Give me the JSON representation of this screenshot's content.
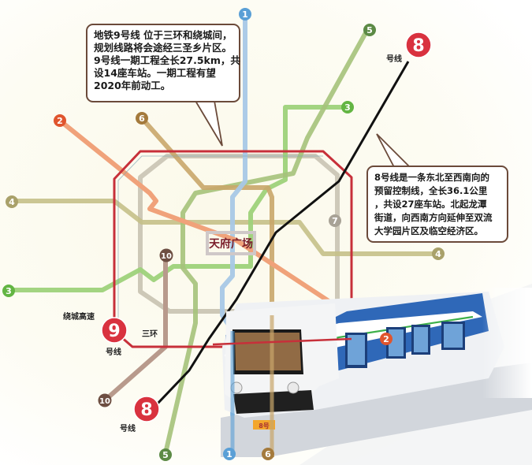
{
  "diagram": {
    "title_hub": "天府广场",
    "callouts": {
      "line9": {
        "lines": [
          "地铁9号线 位于三环和绕城间，",
          "规划线路将会途经三圣乡片区。",
          "9号线一期工程全长27.5km，共",
          "设14座车站。一期工程有望",
          "2020年前动工。"
        ]
      },
      "line8": {
        "lines": [
          "8号线是一条东北至西南向的",
          "预留控制线，全长36.1公里",
          "，共设27座车站。北起龙潭",
          "街道，向西南方向延伸至双流",
          "大学园片区及临空经济区。"
        ]
      }
    },
    "labels": {
      "ring_expressway": "绕城高速",
      "third_ring": "三环",
      "line_suffix": "号线"
    },
    "big_badges": [
      {
        "number": "8",
        "suffix": "号线",
        "position": "northeast",
        "color": "#d9323f"
      },
      {
        "number": "9",
        "suffix": "号线",
        "position": "southwest",
        "color": "#d9323f"
      },
      {
        "number": "8",
        "suffix": "号线",
        "position": "southwest",
        "color": "#d9323f"
      }
    ],
    "line_markers": [
      {
        "number": "1",
        "color": "#5a9fd6"
      },
      {
        "number": "2",
        "color": "#e0552e"
      },
      {
        "number": "3",
        "color": "#63b543"
      },
      {
        "number": "4",
        "color": "#a9a16a"
      },
      {
        "number": "5",
        "color": "#5c8a45"
      },
      {
        "number": "6",
        "color": "#a47a3c"
      },
      {
        "number": "7",
        "color": "#a8a296"
      },
      {
        "number": "10",
        "color": "#6d4e42"
      }
    ],
    "train_plate": "8号"
  }
}
